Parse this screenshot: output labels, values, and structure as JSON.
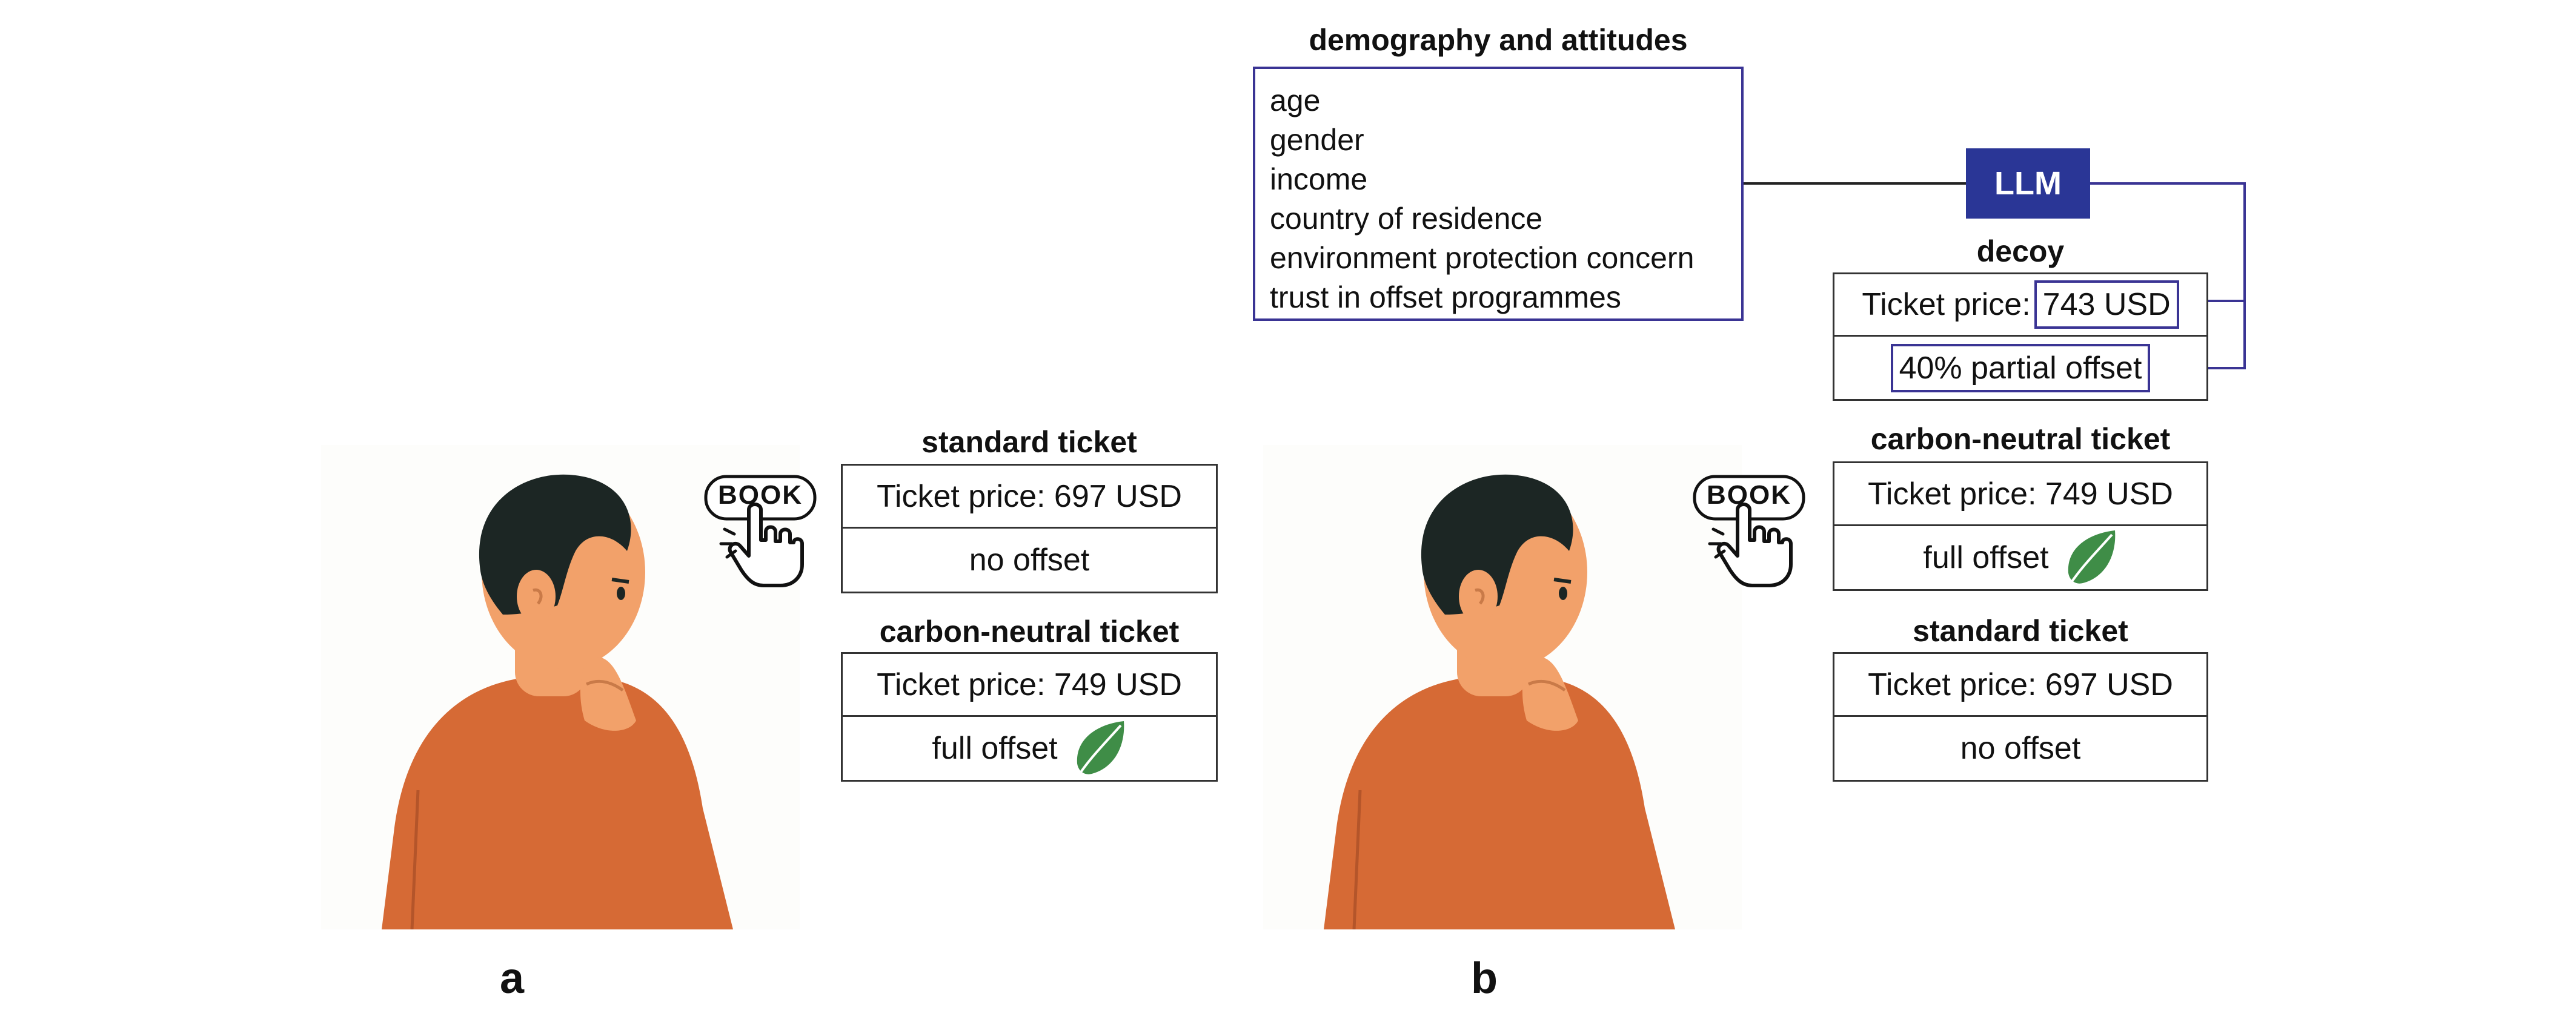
{
  "top": {
    "attributes_title": "demography and attitudes",
    "attributes": [
      "age",
      "gender",
      "income",
      "country of residence",
      "environment protection concern",
      "trust in offset programmes"
    ],
    "llm_label": "LLM",
    "decoy_title": "decoy",
    "decoy_price_prefix": "Ticket price:",
    "decoy_price": "743 USD",
    "decoy_offset": "40% partial offset"
  },
  "panel_a": {
    "label": "a",
    "book_label": "BOOK",
    "standard_title": "standard ticket",
    "standard_price": "Ticket price: 697 USD",
    "standard_offset": "no offset",
    "neutral_title": "carbon-neutral ticket",
    "neutral_price": "Ticket price: 749 USD",
    "neutral_offset": "full offset"
  },
  "panel_b": {
    "label": "b",
    "book_label": "BOOK",
    "neutral_title": "carbon-neutral ticket",
    "neutral_price": "Ticket price: 749 USD",
    "neutral_offset": "full offset",
    "standard_title": "standard ticket",
    "standard_price": "Ticket price: 697 USD",
    "standard_offset": "no offset"
  },
  "colors": {
    "accent_box": "#3a3494",
    "llm_fill": "#2a3696",
    "leaf": "#3f8d47",
    "shirt": "#d66a35",
    "hair": "#1c2624",
    "skin": "#f2a16a"
  },
  "icons": [
    "leaf-icon",
    "pointing-hand-icon",
    "person-thinking-illustration"
  ]
}
